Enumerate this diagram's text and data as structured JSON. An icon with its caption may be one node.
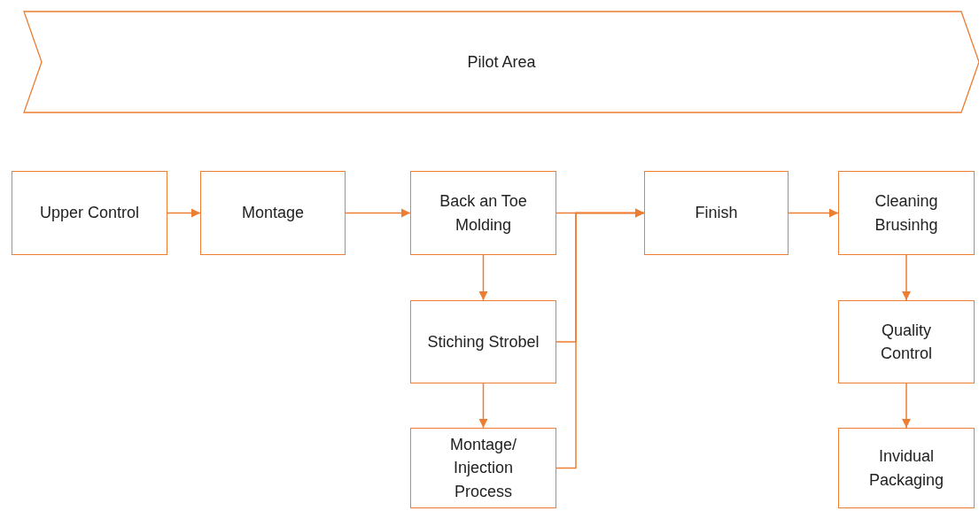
{
  "diagram": {
    "nodes": [
      {
        "text": [
          "Pilot Area"
        ]
      },
      {
        "text": [
          "Upper Control"
        ]
      },
      {
        "text": [
          "Montage"
        ]
      },
      {
        "text": [
          "Back an Toe Molding"
        ]
      },
      {
        "text": [
          "Finish"
        ]
      },
      {
        "text": [
          "Cleaning Brusinhg"
        ]
      },
      {
        "text": [
          "Stiching Strobel"
        ]
      },
      {
        "text": [
          "Montage/ Injection Process"
        ]
      },
      {
        "text": [
          "Quality Control"
        ]
      },
      {
        "text": [
          "Invidual Packaging"
        ]
      }
    ],
    "edges": [
      {
        "from": 1,
        "to": 2,
        "arrow": "to"
      },
      {
        "from": 2,
        "to": 3,
        "arrow": "to"
      },
      {
        "from": 3,
        "to": 4,
        "arrow": "to"
      },
      {
        "from": 3,
        "to": 6,
        "arrow": "to"
      },
      {
        "from": 6,
        "to": 7,
        "arrow": "to"
      },
      {
        "from": 6,
        "to": 4,
        "arrow": "to"
      },
      {
        "from": 7,
        "to": 4,
        "arrow": "to"
      },
      {
        "from": 4,
        "to": 5,
        "arrow": "to"
      },
      {
        "from": 5,
        "to": 8,
        "arrow": "to"
      },
      {
        "from": 8,
        "to": 9,
        "arrow": "to"
      }
    ]
  }
}
